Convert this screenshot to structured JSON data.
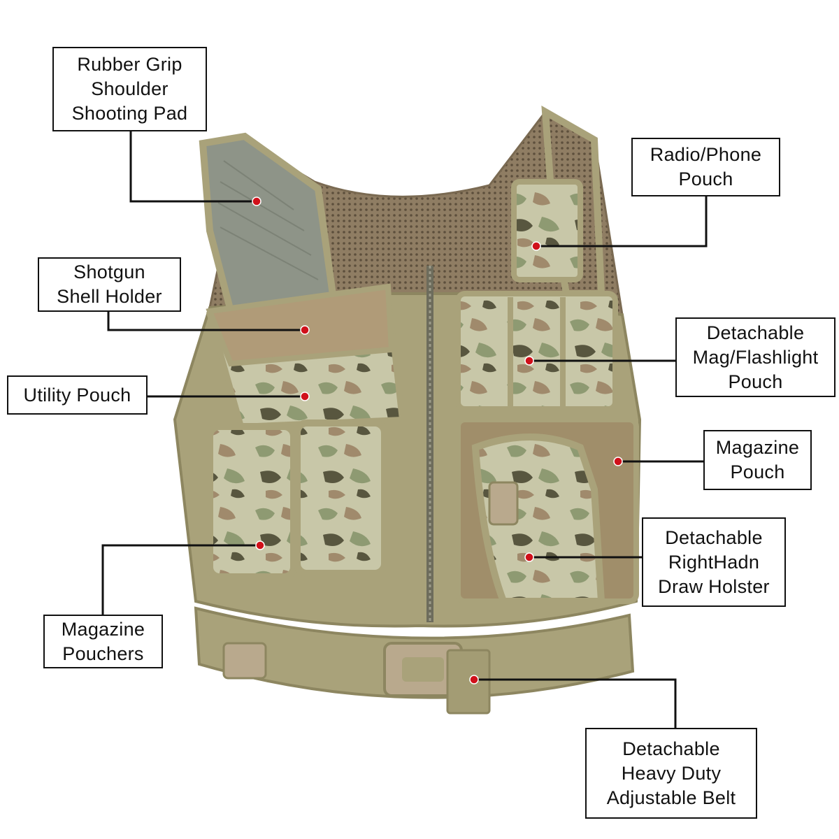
{
  "labels": {
    "rubber_grip_pad": [
      "Rubber Grip",
      "Shoulder",
      "Shooting Pad"
    ],
    "radio_phone_pouch": [
      "Radio/Phone",
      "Pouch"
    ],
    "shotgun_shell_holder": [
      "Shotgun",
      "Shell Holder"
    ],
    "detachable_mag_flashlight_pouch": [
      "Detachable",
      "Mag/Flashlight",
      "Pouch"
    ],
    "utility_pouch": [
      "Utility Pouch"
    ],
    "magazine_pouch": [
      "Magazine",
      "Pouch"
    ],
    "detachable_holster": [
      "Detachable",
      "RightHadn",
      "Draw Holster"
    ],
    "magazine_pouchers": [
      "Magazine",
      "Pouchers"
    ],
    "detachable_belt": [
      "Detachable",
      "Heavy Duty",
      "Adjustable Belt"
    ]
  },
  "colors": {
    "vest_tan": "#a9a27a",
    "vest_edge": "#8d8660",
    "mesh": "#8f7d63",
    "pad_gray": "#8e9488",
    "camo_light": "#c8c7a8",
    "camo_green": "#8e9a72",
    "camo_brown": "#a08a6c",
    "camo_dark": "#58563f",
    "buckle": "#b9a98d",
    "marker_dot": "#d0101a",
    "leader_line": "#111111"
  }
}
